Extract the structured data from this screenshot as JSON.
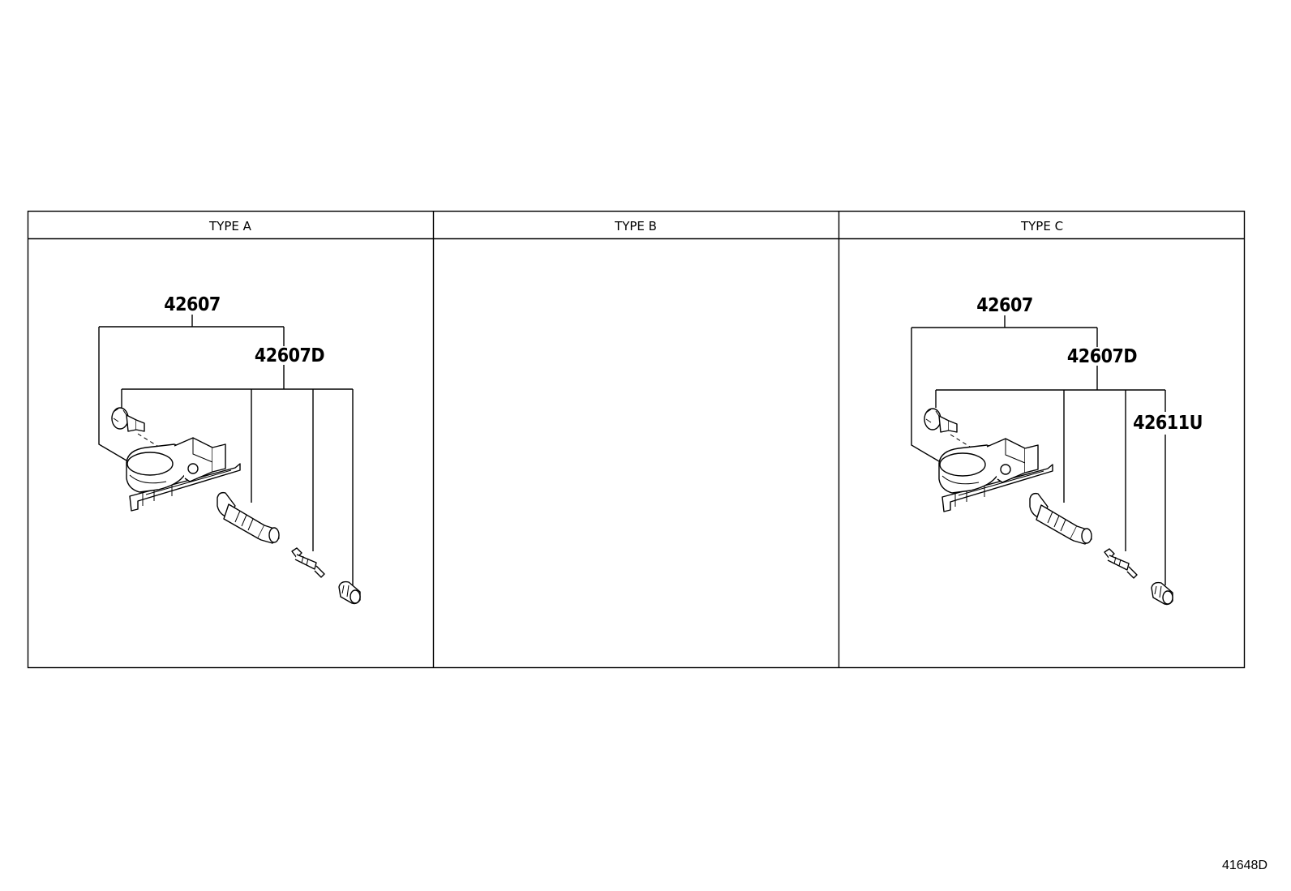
{
  "panels": [
    {
      "header": "TYPE A",
      "callouts": {
        "assembly": "42607",
        "sub_assembly": "42607D"
      }
    },
    {
      "header": "TYPE B"
    },
    {
      "header": "TYPE C",
      "callouts": {
        "assembly": "42607",
        "sub_assembly": "42607D",
        "part": "42611U"
      }
    }
  ],
  "diagram_ref": "41648D"
}
